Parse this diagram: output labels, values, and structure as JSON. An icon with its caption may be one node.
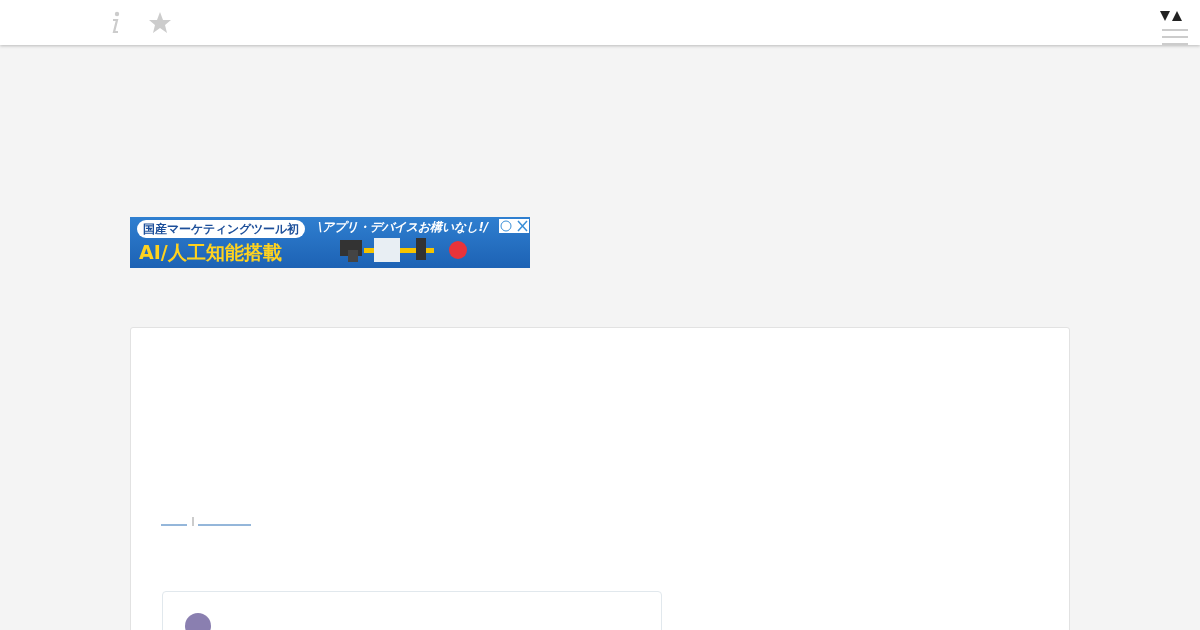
{
  "diagram": {
    "labels": [
      "国産マーケティングツール初",
      "\\アプリ・デバイスお構いなし!/",
      "AI/人工知能搭載"
    ]
  }
}
